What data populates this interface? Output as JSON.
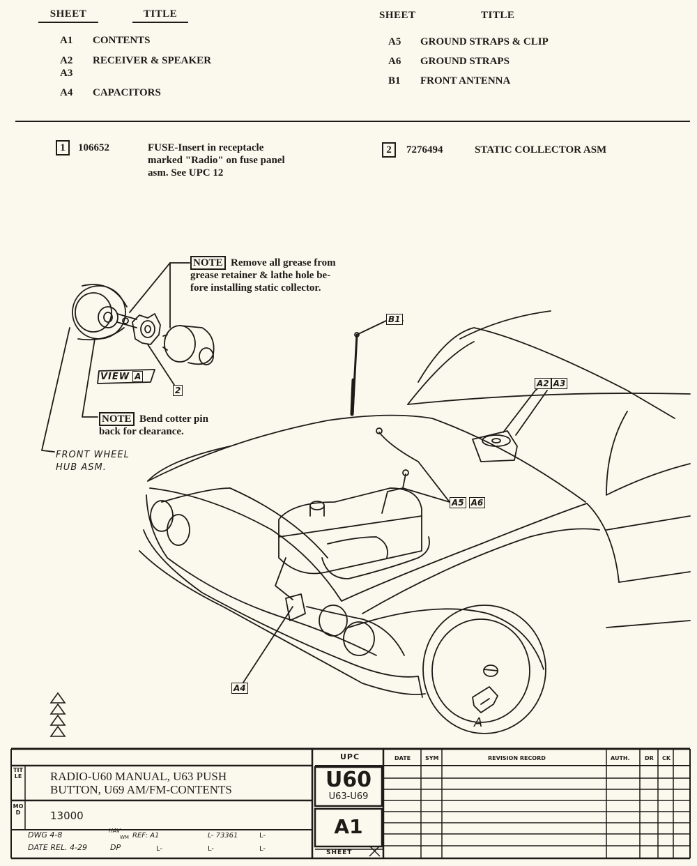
{
  "index": {
    "left_header": {
      "sheet": "SHEET",
      "title": "TITLE"
    },
    "right_header": {
      "sheet": "SHEET",
      "title": "TITLE"
    },
    "left_items": [
      {
        "sheet": "A1",
        "title": "CONTENTS"
      },
      {
        "sheet": "A2",
        "title": "RECEIVER & SPEAKER"
      },
      {
        "sheet": "A3",
        "title": ""
      },
      {
        "sheet": "A4",
        "title": "CAPACITORS"
      }
    ],
    "right_items": [
      {
        "sheet": "A5",
        "title": "GROUND STRAPS & CLIP"
      },
      {
        "sheet": "A6",
        "title": "GROUND STRAPS"
      },
      {
        "sheet": "B1",
        "title": "FRONT ANTENNA"
      }
    ]
  },
  "parts": [
    {
      "num": "1",
      "part_no": "106652",
      "desc_lines": [
        "FUSE-Insert in receptacle",
        "marked \"Radio\" on fuse panel",
        "asm.  See UPC 12"
      ]
    },
    {
      "num": "2",
      "part_no": "7276494",
      "desc_lines": [
        "STATIC COLLECTOR ASM"
      ]
    }
  ],
  "notes": {
    "note1": {
      "label": "NOTE",
      "lines": [
        "Remove all grease from",
        "grease retainer & lathe hole be-",
        "fore installing static collector."
      ]
    },
    "note2": {
      "label": "NOTE",
      "lines": [
        "Bend cotter pin",
        "back for clearance."
      ]
    }
  },
  "diagram_labels": {
    "view": "VIEW",
    "view_letter": "A",
    "callout_2": "2",
    "front_wheel_1": "FRONT WHEEL",
    "front_wheel_2": "HUB ASM.",
    "b1": "B1",
    "a2": "A2",
    "a3": "A3",
    "a5": "A5",
    "a6": "A6",
    "a4": "A4",
    "wheel_a": "A"
  },
  "title_block": {
    "side_title": "TITLE",
    "side_mod": "MOD",
    "title_line1": "RADIO-U60 MANUAL,  U63 PUSH",
    "title_line2": "BUTTON,  U69 AM/FM-CONTENTS",
    "mod_value": "13000",
    "dwg": "DWG 4-8",
    "date": "DATE REL. 4-29",
    "init_top": "HAV",
    "init_wm": "WM",
    "init_dp": "DP",
    "ref": "REF: A1",
    "ref_l1": "L- 73361",
    "ref_l2": "L-",
    "ref_l3": "L-",
    "ref_l4": "L-",
    "ref_l5": "L-",
    "upc_header": "UPC",
    "upc_main": "U60",
    "upc_sub": "U63-U69",
    "sheet_value": "A1",
    "sheet_label": "SHEET",
    "rev_cols": [
      "DATE",
      "SYM",
      "REVISION RECORD",
      "AUTH.",
      "DR",
      "CK"
    ]
  }
}
